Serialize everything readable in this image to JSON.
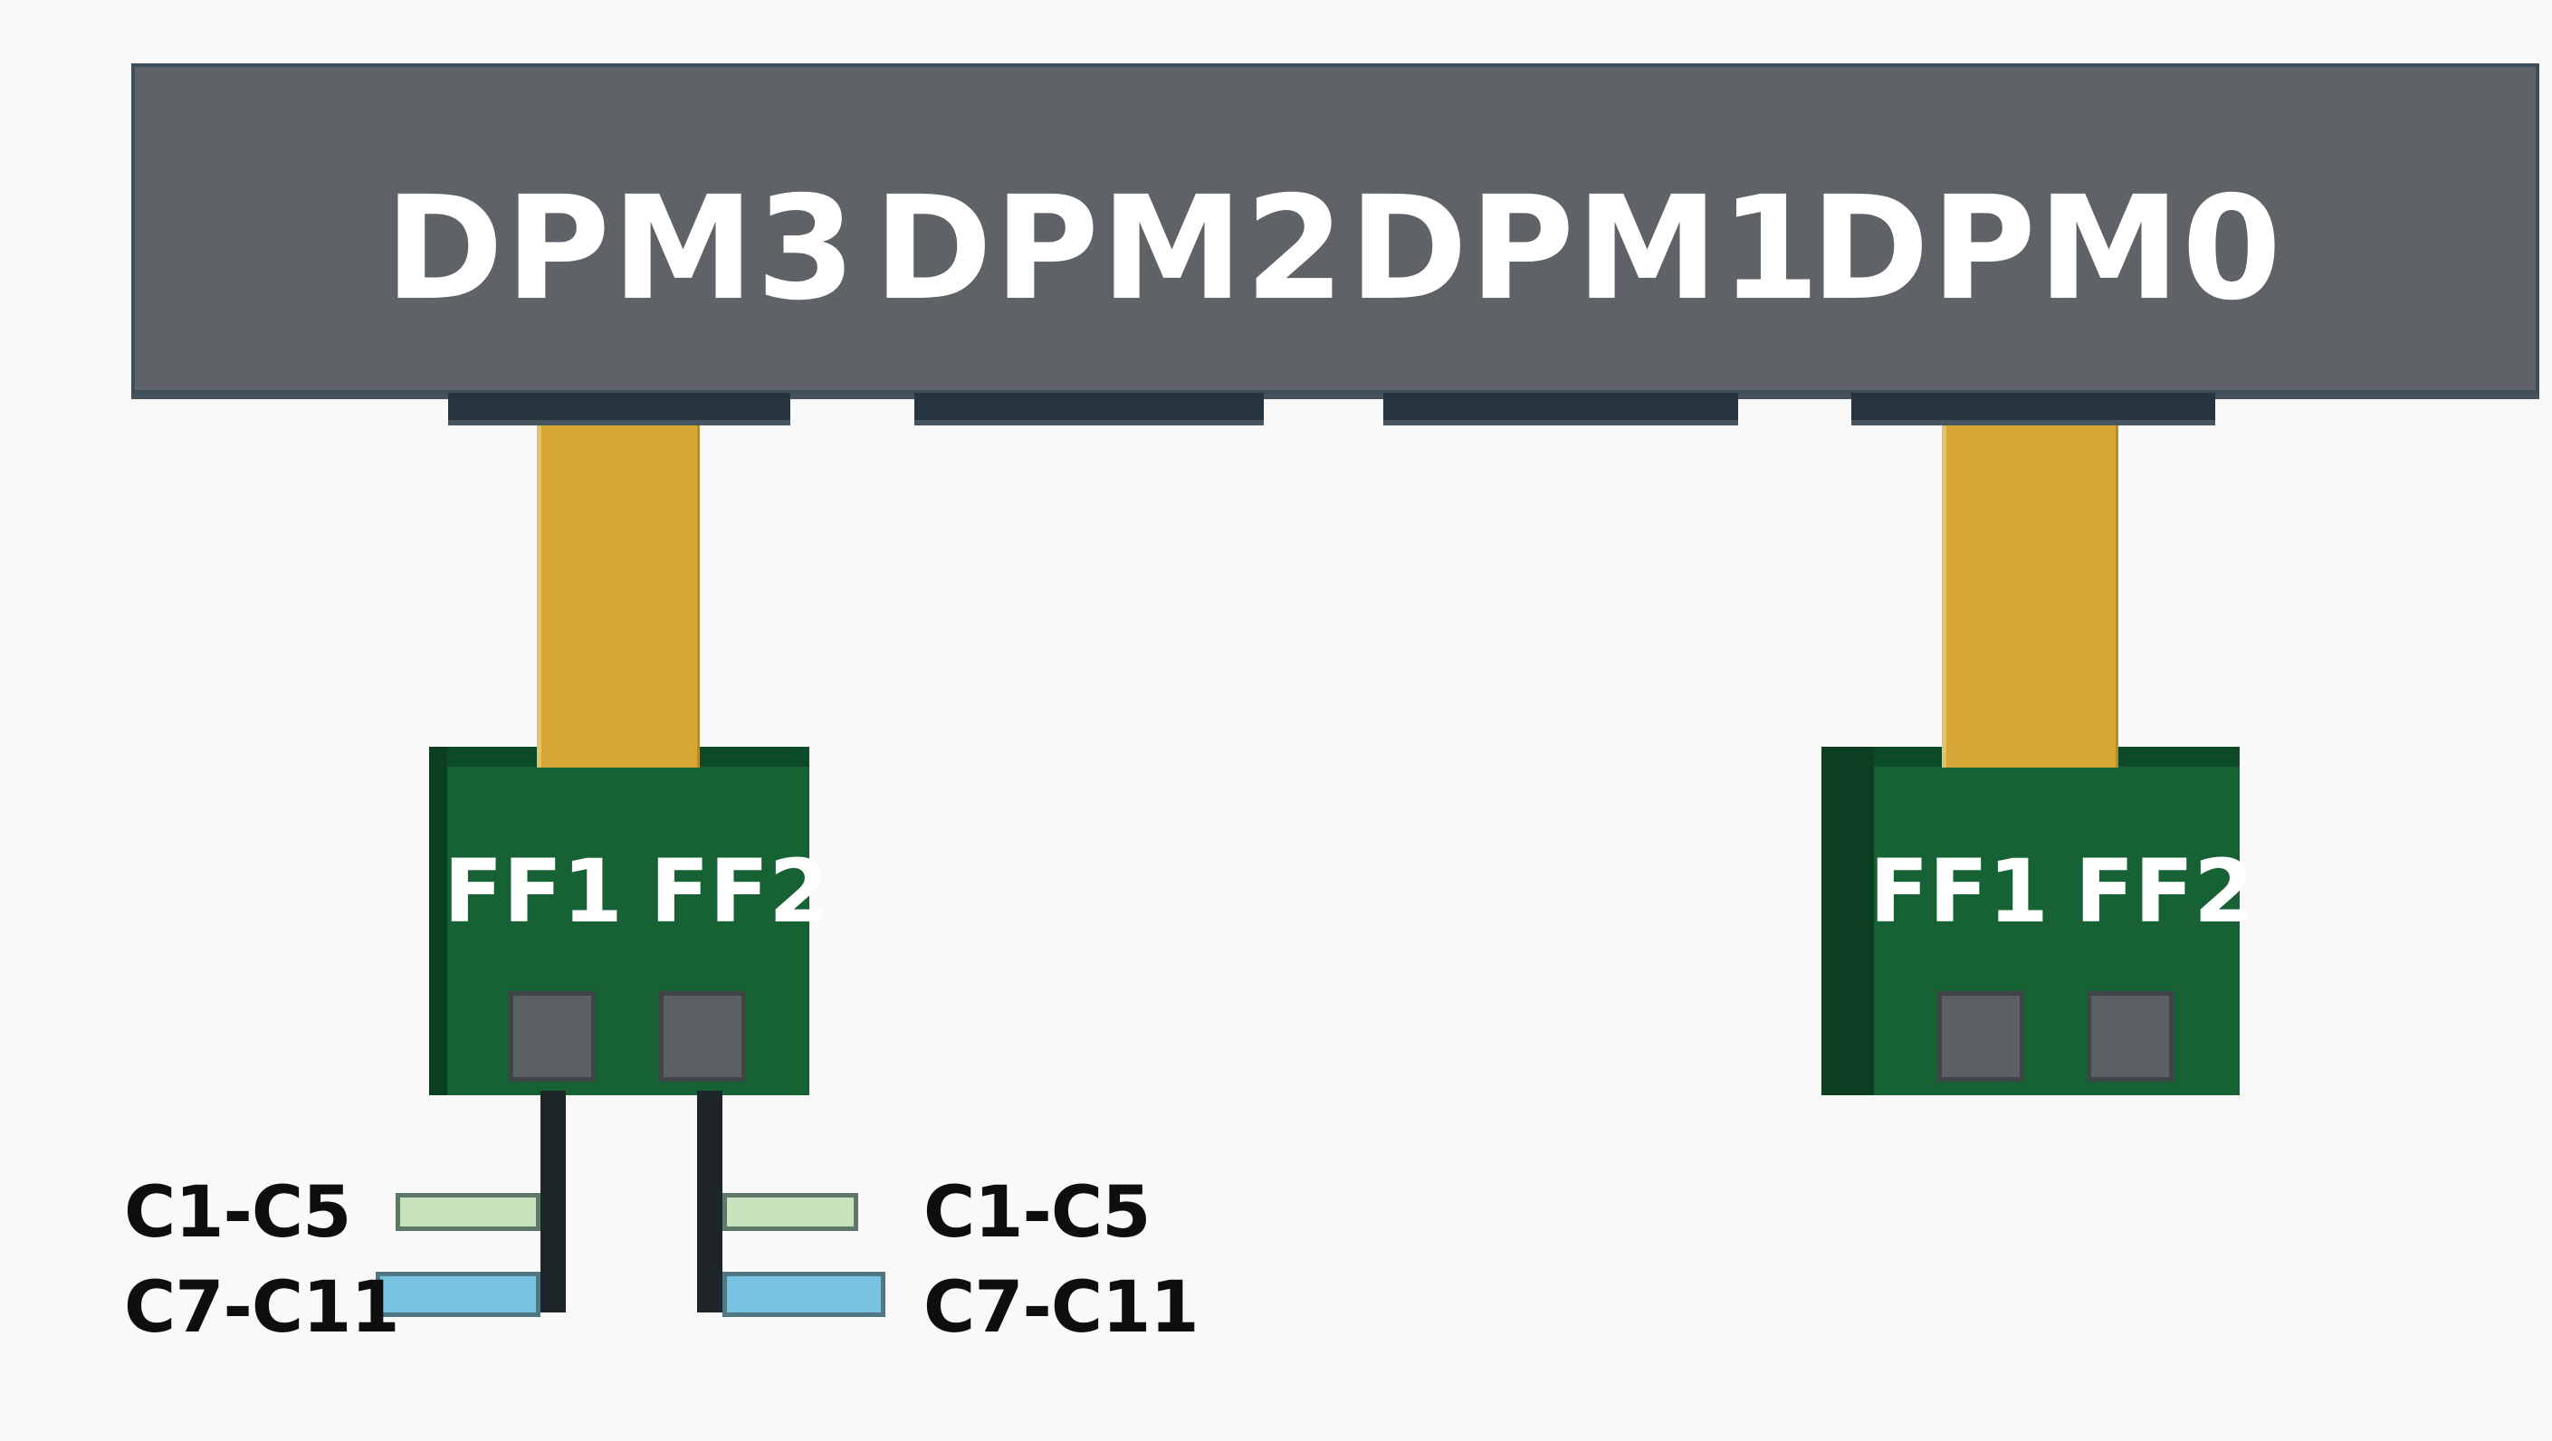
{
  "dpm_bar": {
    "color": "#5f6368",
    "labels": [
      "DPM3",
      "DPM2",
      "DPM1",
      "DPM0"
    ]
  },
  "modules": [
    {
      "dpm": "DPM3",
      "ff_labels": [
        "FF1",
        "FF2"
      ],
      "breakouts": {
        "left": [
          "C1-C5",
          "C7-C11"
        ],
        "right": [
          "C1-C5",
          "C7-C11"
        ]
      }
    },
    {
      "dpm": "DPM0",
      "ff_labels": [
        "FF1",
        "FF2"
      ]
    }
  ],
  "colors": {
    "cable": "#d6a736",
    "board": "#166235",
    "connector": "#5c5f63",
    "stub_c1_c5": "#c7e2bd",
    "stub_c7_c11": "#78c3e2"
  }
}
